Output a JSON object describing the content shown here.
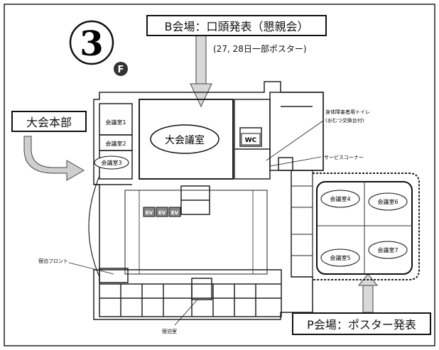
{
  "floor": {
    "number": "3",
    "letter": "F"
  },
  "callouts": {
    "hall_b": "B会場：口頭発表（懇親会）",
    "hall_b_sub": "(27, 28日一部ポスター)",
    "headquarters": "大会本部",
    "hall_p": "P会場：ポスター発表"
  },
  "rooms": {
    "main_hall": "大会議室",
    "room1": "会議室1",
    "room2": "会議室2",
    "room3": "会議室3",
    "room4": "会議室4",
    "room5": "会議室5",
    "room6": "会議室6",
    "room7": "会議室7",
    "wc": "WC",
    "ev1": "EV",
    "ev2": "EV",
    "ev3": "EV"
  },
  "annotations": {
    "accessible_toilet_1": "身体障害者用トイレ",
    "accessible_toilet_2": "(おむつ交換台付)",
    "service_corner": "サービスコーナー",
    "lodging_front": "宿泊フロント",
    "lodging_room": "宿泊室"
  }
}
